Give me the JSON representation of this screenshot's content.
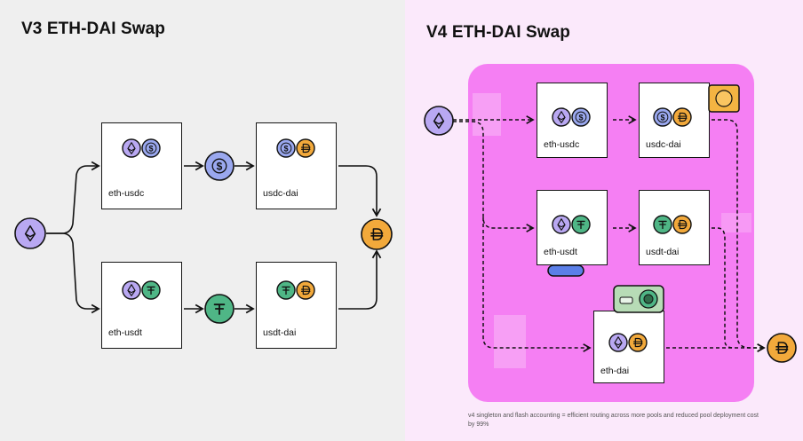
{
  "v3": {
    "title": "V3 ETH-DAI Swap",
    "pools": [
      "eth-usdc",
      "usdc-dai",
      "eth-usdt",
      "usdt-dai"
    ]
  },
  "v4": {
    "title": "V4 ETH-DAI Swap",
    "pools": [
      "eth-usdc",
      "usdc-dai",
      "eth-usdt",
      "usdt-dai",
      "eth-dai"
    ],
    "caption": "v4 singleton and flash accounting = efficient routing across more pools and reduced pool deployment cost by 99%"
  },
  "tokens": {
    "eth": {
      "icon": "ethereum-icon",
      "color": "#b9a8f2"
    },
    "usdc": {
      "icon": "dollar-icon",
      "color": "#9aa8ef"
    },
    "usdt": {
      "icon": "tether-icon",
      "color": "#4fb686"
    },
    "dai": {
      "icon": "dai-icon",
      "color": "#f2a93b"
    }
  }
}
